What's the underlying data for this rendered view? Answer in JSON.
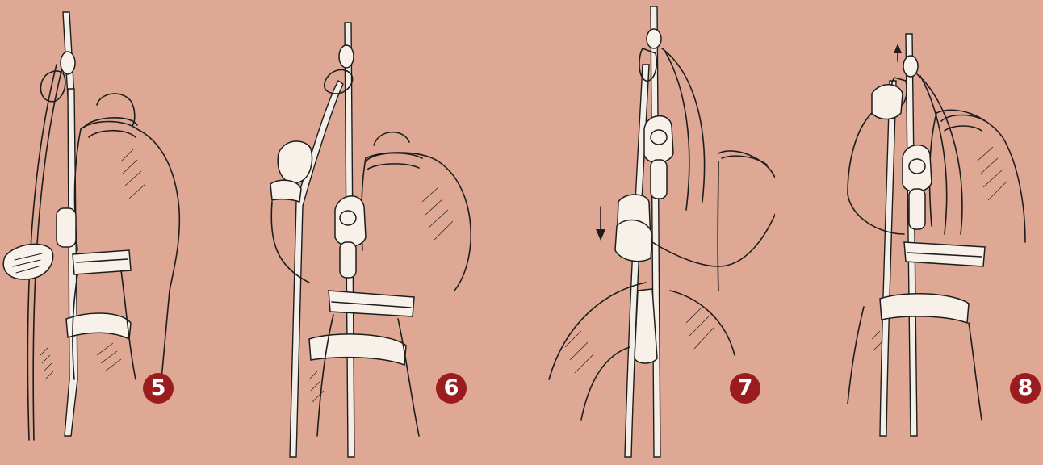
{
  "steps": [
    {
      "number": "5"
    },
    {
      "number": "6"
    },
    {
      "number": "7"
    },
    {
      "number": "8"
    }
  ],
  "colors": {
    "background": "#dea894",
    "badge": "#9a1c1f",
    "badge_text": "#ffffff",
    "ink": "#1d1d1d"
  },
  "icons": {
    "step7_arrow": "arrow-down-icon",
    "step8_arrow": "arrow-up-icon"
  }
}
